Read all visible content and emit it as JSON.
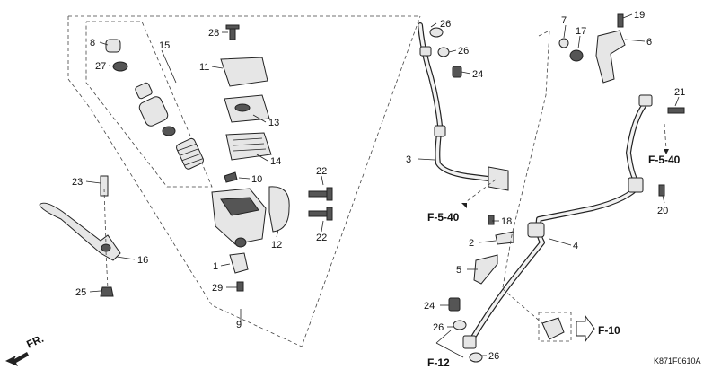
{
  "callouts": {
    "c1": "1",
    "c2": "2",
    "c3": "3",
    "c4": "4",
    "c5": "5",
    "c6": "6",
    "c7": "7",
    "c8": "8",
    "c9": "9",
    "c10": "10",
    "c11": "11",
    "c12": "12",
    "c13": "13",
    "c14": "14",
    "c15": "15",
    "c16": "16",
    "c17": "17",
    "c18": "18",
    "c19": "19",
    "c20": "20",
    "c21": "21",
    "c22a": "22",
    "c22b": "22",
    "c23": "23",
    "c24a": "24",
    "c24b": "24",
    "c25": "25",
    "c26a": "26",
    "c26b": "26",
    "c26c": "26",
    "c26d": "26",
    "c27": "27",
    "c28": "28",
    "c29": "29"
  },
  "references": {
    "f540_left": "F-5-40",
    "f540_right": "F-5-40",
    "f10": "F-10",
    "f12": "F-12"
  },
  "direction_label": "FR.",
  "diagram_code": "K871F0610A"
}
